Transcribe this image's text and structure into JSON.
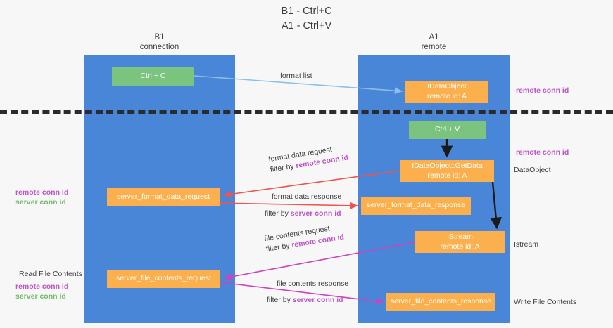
{
  "title": {
    "line1": "B1 - Ctrl+C",
    "line2": "A1 - Ctrl+V"
  },
  "lanes": [
    {
      "name": "B1",
      "role": "connection",
      "color": "#4a86d8"
    },
    {
      "name": "A1",
      "role": "remote",
      "color": "#4a86d8"
    }
  ],
  "colors": {
    "lane": "#4a86d8",
    "green_box": "#7ac47f",
    "orange_box": "#fbb04d",
    "remote_conn_id": "#bb56c6",
    "server_conn_id": "#72bb6b",
    "arrow_blue": "#8cc0e8",
    "arrow_red": "#ef5350",
    "arrow_magenta": "#cc44bb",
    "arrow_black": "#1a1a1a",
    "divider": "#2b2b2b",
    "background": "#f7f7f7"
  },
  "boxes": {
    "ctrl_c": "Ctrl + C",
    "idataobject": {
      "line1": "IDataObject",
      "line2": "remote id: A"
    },
    "ctrl_v": "Ctrl + V",
    "getdata": {
      "line1": "IDataObject::GetData",
      "line2": "remote id: A"
    },
    "server_format_data_request": "server_format_data_request",
    "server_format_data_response": "server_format_data_response",
    "istream": {
      "line1": "IStream",
      "line2": "remote id: A"
    },
    "server_file_contents_request": "server_file_contents_request",
    "server_file_contents_response": "server_file_contents_response"
  },
  "right_labels": {
    "remote_conn_id_1": "remote conn id",
    "remote_conn_id_2": "remote conn id",
    "dataobject": "DataObject",
    "istream": "Istream",
    "write_file_contents": "Write File Contents"
  },
  "left_labels": {
    "remote_conn_id": "remote conn id",
    "server_conn_id": "server conn id",
    "read_file_contents": "Read File Contents",
    "remote_conn_id_2": "remote conn id",
    "server_conn_id_2": "server conn id"
  },
  "arrow_labels": {
    "format_list": "format list",
    "format_data_request": "format data request",
    "format_data_request_filter_prefix": "filter by ",
    "format_data_request_filter_key": "remote conn id",
    "format_data_response": "format data response",
    "format_data_response_filter_prefix": "filter by ",
    "format_data_response_filter_key": "server conn id",
    "file_contents_request": "file contents request",
    "file_contents_request_filter_prefix": "filter by ",
    "file_contents_request_filter_key": "remote conn id",
    "file_contents_response": "file contents response",
    "file_contents_response_filter_prefix": "filter by ",
    "file_contents_response_filter_key": "server conn id"
  }
}
